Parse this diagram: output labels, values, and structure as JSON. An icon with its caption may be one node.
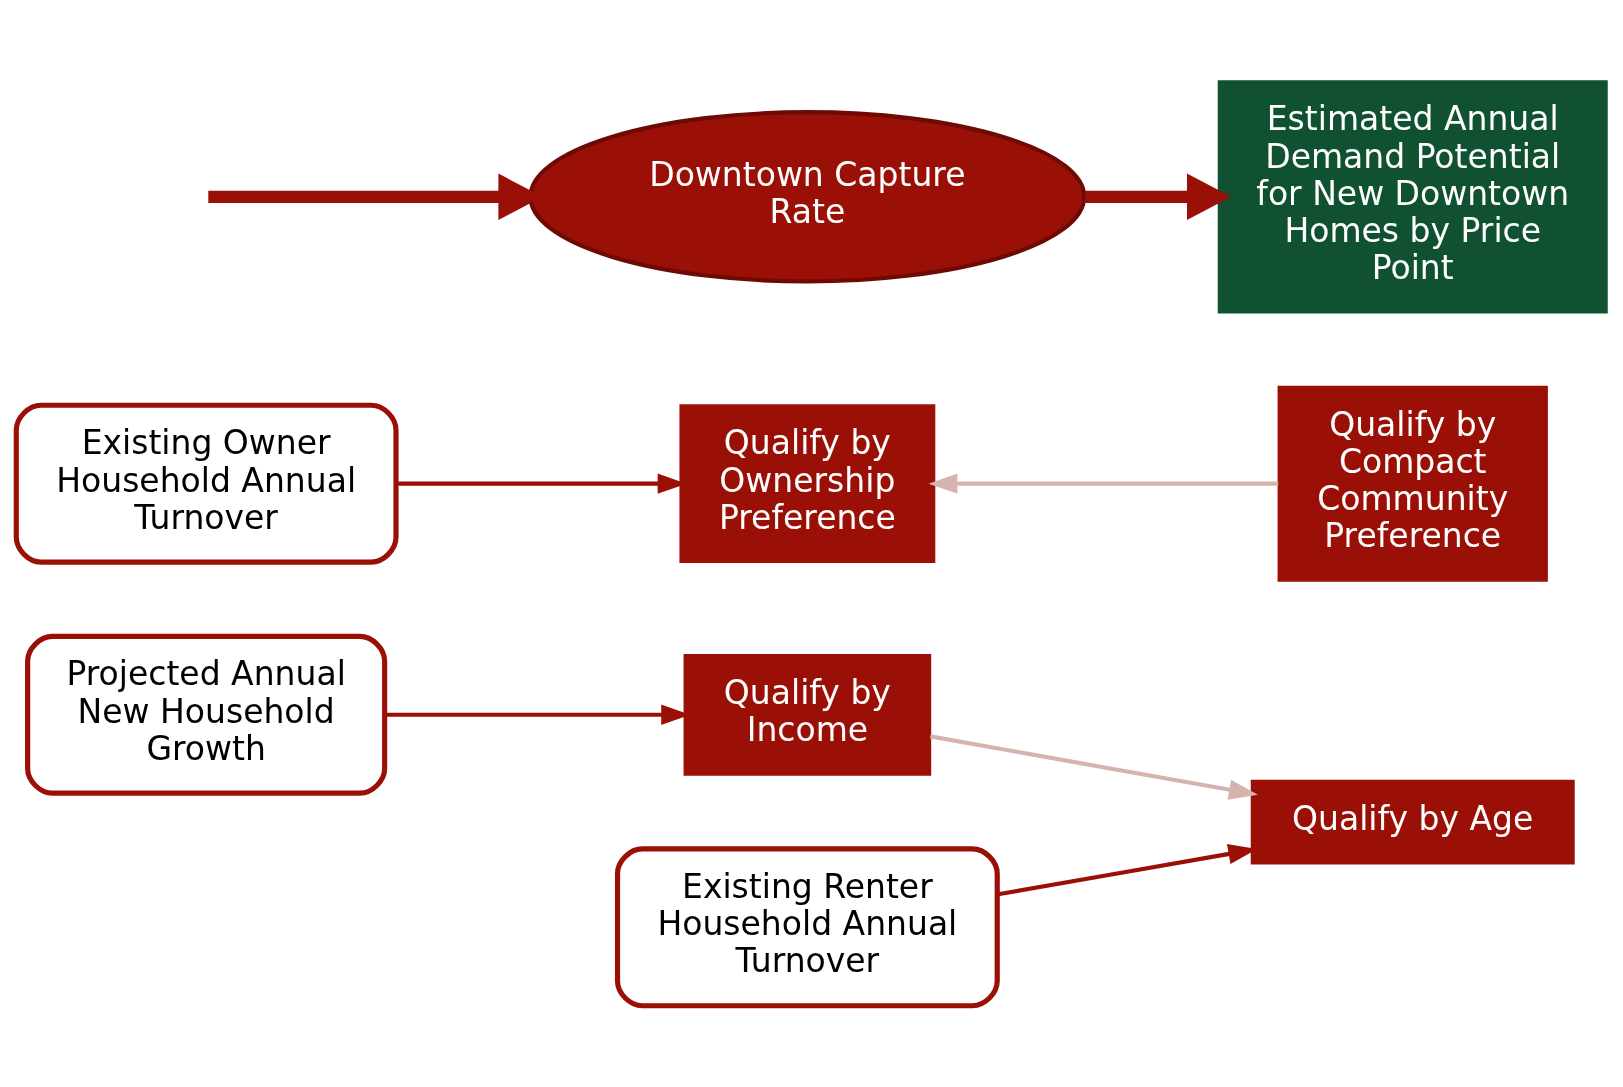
{
  "diagram": {
    "nodes": [
      {
        "text": [
          "Projected Annual New Household Growth"
        ]
      },
      {
        "text": [
          "Existing Renter Household Annual Turnover"
        ]
      },
      {
        "text": [
          "Existing Owner Household Annual Turnover"
        ]
      },
      {
        "text": [
          "Qualify by Income"
        ]
      },
      {
        "text": [
          "Qualify by Age"
        ]
      },
      {
        "text": [
          "Qualify by Ownership Preference"
        ]
      },
      {
        "text": [
          "Qualify by Compact Community Preference"
        ]
      },
      {
        "text": [
          "Downtown Capture Rate"
        ]
      },
      {
        "text": [
          "Estimated Annual Demand Potential for New Downtown Homes by Price Point"
        ]
      }
    ],
    "edges": [
      {
        "from": 0,
        "to": 3,
        "arrow": "to"
      },
      {
        "from": 1,
        "to": 4,
        "arrow": "to"
      },
      {
        "from": 2,
        "to": 5,
        "arrow": "to"
      },
      {
        "from": 3,
        "to": 4,
        "arrow": "to",
        "color": "#d6b3ae"
      },
      {
        "from": 6,
        "to": 5,
        "arrow": "to",
        "color": "#d6b3ae"
      },
      {
        "from": null,
        "to": 7,
        "arrow": "to",
        "style": "thick"
      },
      {
        "from": 7,
        "to": 8,
        "arrow": "to",
        "style": "thick"
      }
    ]
  }
}
